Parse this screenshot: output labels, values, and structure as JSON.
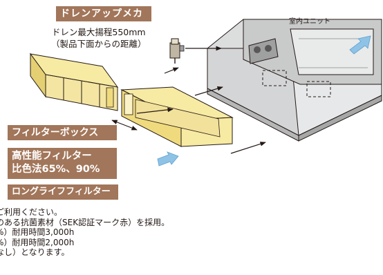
{
  "tags": {
    "drain_up_mecha": "ドレンアップメカ",
    "filter_box": "フィルターボックス",
    "high_perf_filter_line1": "高性能フィルター",
    "high_perf_filter_line2": "比色法65%、90%",
    "long_life_filter": "ロングライフフィルター"
  },
  "drain_note": {
    "line1": "ドレン最大揚程550mm",
    "line2": "（製品下面からの距離）"
  },
  "unit_label": "室内ユニット",
  "bottom_notes": [
    "ご利用ください。",
    "のある抗菌素材（SEK認証マーク赤）を採用。",
    "%）耐用時間3,000h",
    "%）耐用時間2,000h",
    "なし）となります。"
  ],
  "colors": {
    "tag_bg": "#a2765a",
    "filter_fill": "#f7eaa3",
    "filter_stroke": "#231815",
    "unit_fill": "#e7e8e9",
    "unit_dark": "#9fa0a0",
    "airflow_arrow": "#8fc3e6"
  }
}
